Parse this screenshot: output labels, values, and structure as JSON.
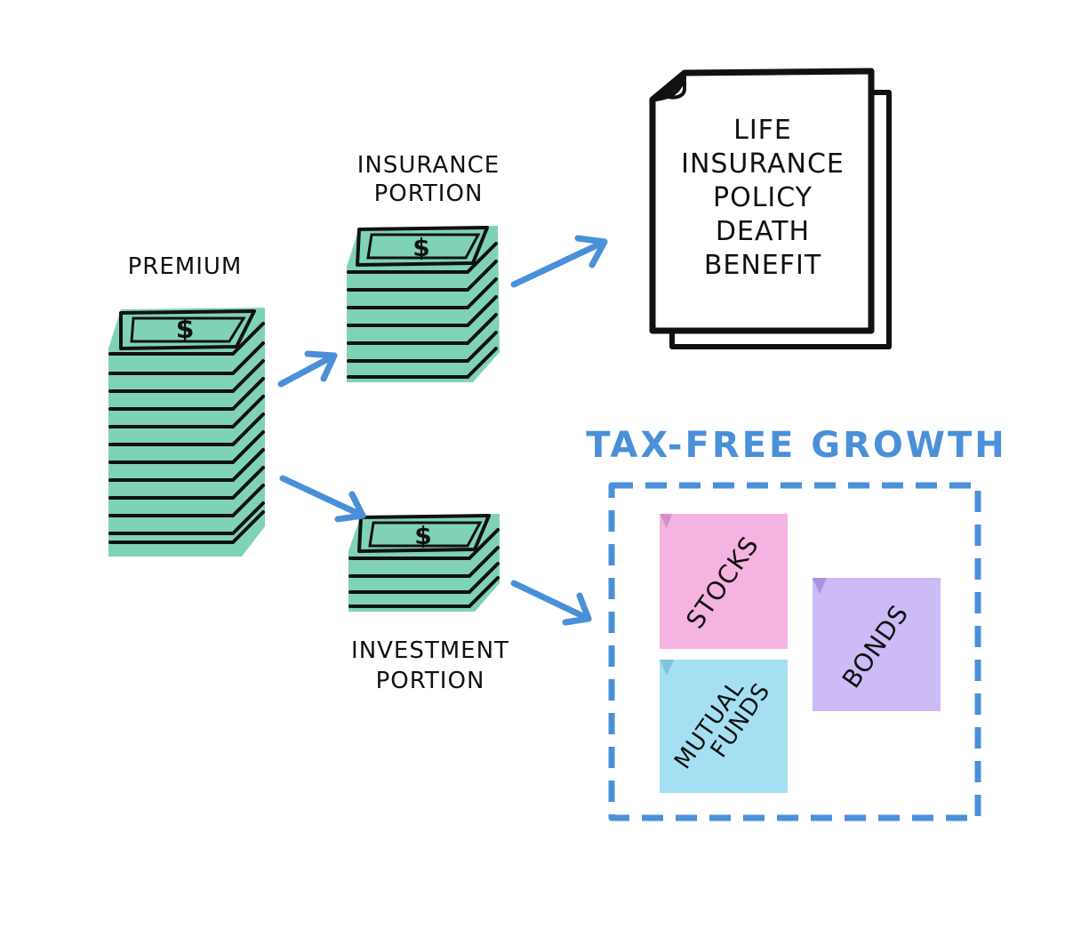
{
  "colors": {
    "money": "#7fd3b4",
    "outline": "#111111",
    "arrow": "#4a90d9",
    "stocks": "#f5b3e1",
    "bonds": "#cdbbf7",
    "mutual_funds": "#a5dff2",
    "tax_free_box": "#4a90d9"
  },
  "labels": {
    "premium": "PREMIUM",
    "insurance_portion": [
      "INSURANCE",
      "PORTION"
    ],
    "investment_portion": [
      "INVESTMENT",
      "PORTION"
    ],
    "policy": [
      "LIFE",
      "INSURANCE",
      "POLICY",
      "DEATH",
      "BENEFIT"
    ],
    "tax_free_title": "TAX-FREE GROWTH",
    "stocks": "STOCKS",
    "bonds": "BONDS",
    "mutual_funds": [
      "MUTUAL",
      "FUNDS"
    ]
  },
  "icons": {
    "currency_symbol": "$"
  }
}
